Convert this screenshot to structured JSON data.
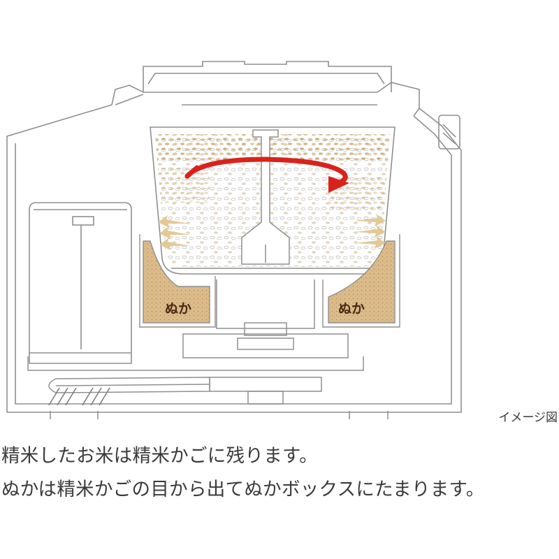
{
  "diagram": {
    "left_bin_label": "ぬか",
    "right_bin_label": "ぬか",
    "image_note": "イメージ図",
    "colors": {
      "outline": "#8c8c8c",
      "bran": "#d9b98a",
      "rice": "#d8c5a3",
      "swirl_arrow": "#d9221b",
      "flow_arrows": "#e3c995"
    }
  },
  "caption": {
    "line1": "精米したお米は精米かごに残ります。",
    "line2": "ぬかは精米かごの目から出てぬかボックスにたまります。"
  }
}
